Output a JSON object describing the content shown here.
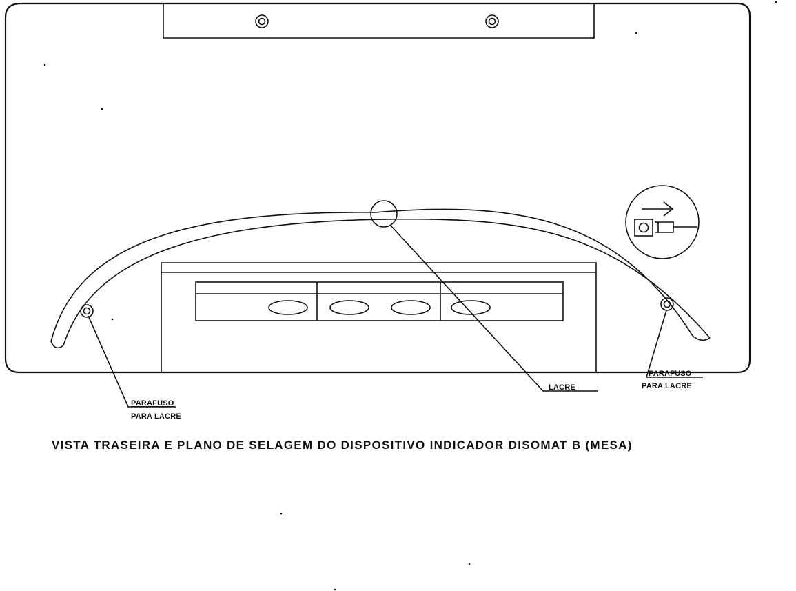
{
  "labels": {
    "left_screw_line1": "PARAFUSO",
    "left_screw_line2": "PARA LACRE",
    "seal": "LACRE",
    "right_screw_line1": "PARAFUSO",
    "right_screw_line2": "PARA LACRE"
  },
  "caption": "VISTA TRASEIRA E PLANO DE SELAGEM DO DISPOSITIVO INDICADOR DISOMAT B (MESA)"
}
